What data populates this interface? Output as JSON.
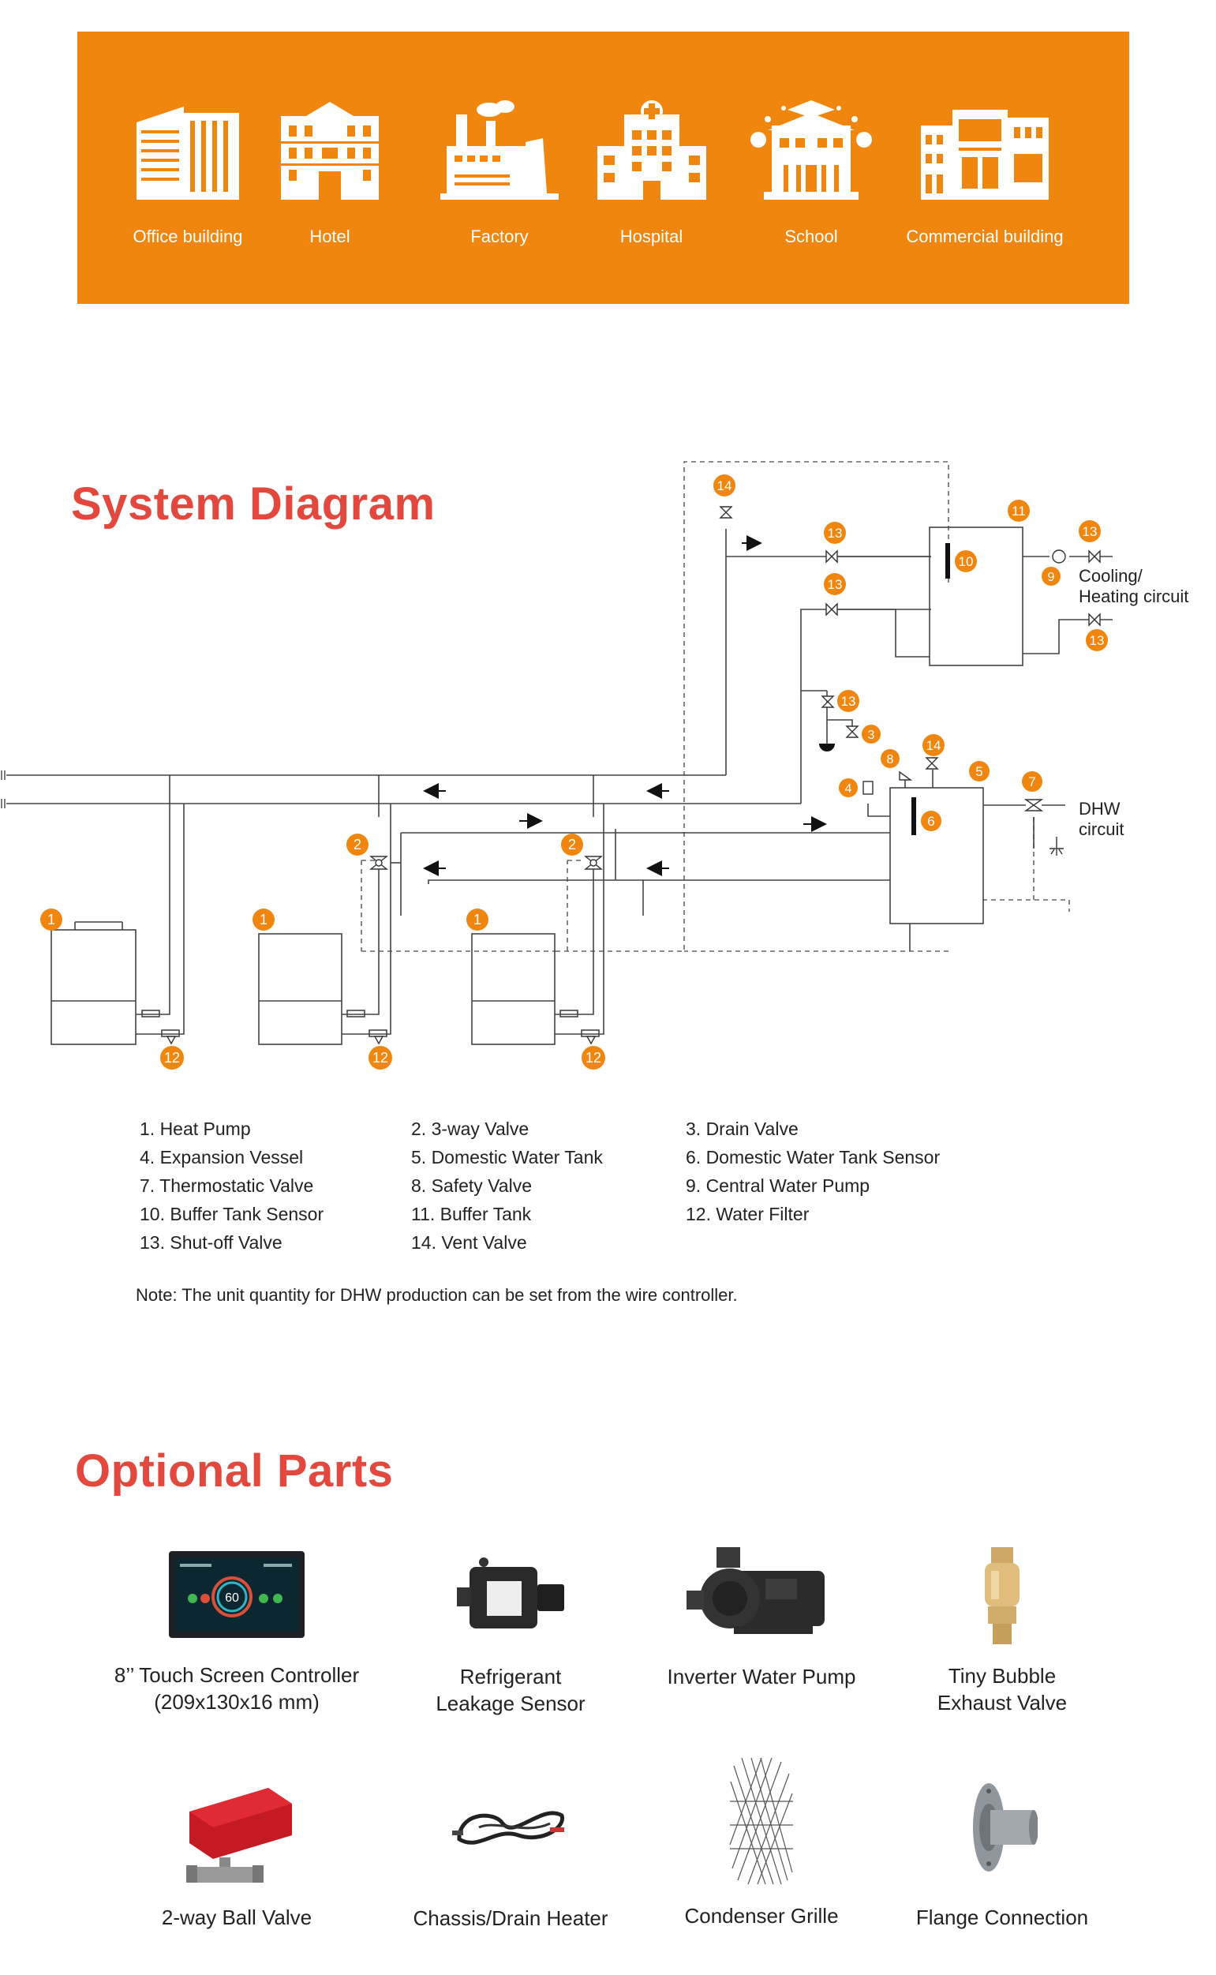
{
  "banner": {
    "background": "#f0860e",
    "items": [
      {
        "label": "Office building",
        "icon": "office-building-icon"
      },
      {
        "label": "Hotel",
        "icon": "hotel-icon"
      },
      {
        "label": "Factory",
        "icon": "factory-icon"
      },
      {
        "label": "Hospital",
        "icon": "hospital-icon"
      },
      {
        "label": "School",
        "icon": "school-icon"
      },
      {
        "label": "Commercial building",
        "icon": "commercial-building-icon"
      }
    ]
  },
  "system_diagram": {
    "title": "System Diagram",
    "circuit_labels": {
      "cooling": [
        "Cooling/",
        "Heating circuit"
      ],
      "dhw": [
        "DHW",
        "circuit"
      ]
    },
    "markers": [
      "1",
      "2",
      "3",
      "4",
      "5",
      "6",
      "7",
      "8",
      "9",
      "10",
      "11",
      "12",
      "13",
      "14"
    ],
    "legend": [
      "1. Heat Pump",
      "2. 3-way Valve",
      "3. Drain Valve",
      "4. Expansion Vessel",
      "5. Domestic Water Tank",
      "6. Domestic Water Tank Sensor",
      "7. Thermostatic Valve",
      "8. Safety Valve",
      "9. Central Water Pump",
      "10. Buffer Tank Sensor",
      "11. Buffer Tank",
      "12. Water Filter",
      "13. Shut-off Valve",
      "14. Vent Valve"
    ],
    "note": "Note: The unit quantity for DHW production can be set from the wire controller.",
    "marker_color": "#f0860e"
  },
  "optional_parts": {
    "title": "Optional Parts",
    "items": [
      {
        "label": "8’’ Touch Screen Controller\n(209x130x16 mm)",
        "icon": "touch-screen-controller-icon",
        "screen_value": "60"
      },
      {
        "label": "Refrigerant\nLeakage Sensor",
        "icon": "leakage-sensor-icon"
      },
      {
        "label": "Inverter Water Pump",
        "icon": "water-pump-icon"
      },
      {
        "label": "Tiny Bubble\nExhaust Valve",
        "icon": "exhaust-valve-icon"
      },
      {
        "label": "2-way Ball Valve",
        "icon": "ball-valve-icon"
      },
      {
        "label": "Chassis/Drain Heater",
        "icon": "drain-heater-icon"
      },
      {
        "label": "Condenser Grille",
        "icon": "condenser-grille-icon"
      },
      {
        "label": "Flange Connection",
        "icon": "flange-connection-icon"
      }
    ]
  },
  "colors": {
    "accent": "#f0860e",
    "heading": "#e2483d"
  }
}
